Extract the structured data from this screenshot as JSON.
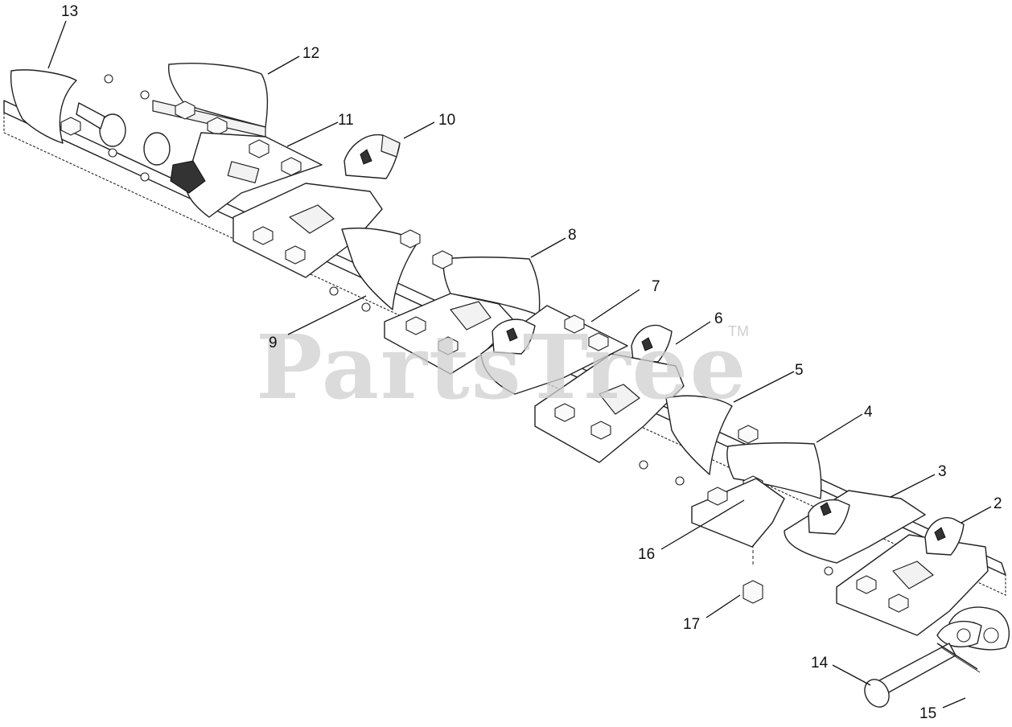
{
  "watermark": {
    "text": "PartsTree",
    "tm": "TM"
  },
  "callouts": [
    {
      "id": "c13",
      "label": "13"
    },
    {
      "id": "c12",
      "label": "12"
    },
    {
      "id": "c11",
      "label": "11"
    },
    {
      "id": "c10",
      "label": "10"
    },
    {
      "id": "c8",
      "label": "8"
    },
    {
      "id": "c7",
      "label": "7"
    },
    {
      "id": "c6",
      "label": "6"
    },
    {
      "id": "c5",
      "label": "5"
    },
    {
      "id": "c4",
      "label": "4"
    },
    {
      "id": "c3",
      "label": "3"
    },
    {
      "id": "c2",
      "label": "2"
    },
    {
      "id": "c9",
      "label": "9"
    },
    {
      "id": "c16",
      "label": "16"
    },
    {
      "id": "c17",
      "label": "17"
    },
    {
      "id": "c14",
      "label": "14"
    },
    {
      "id": "c15",
      "label": "15"
    }
  ]
}
